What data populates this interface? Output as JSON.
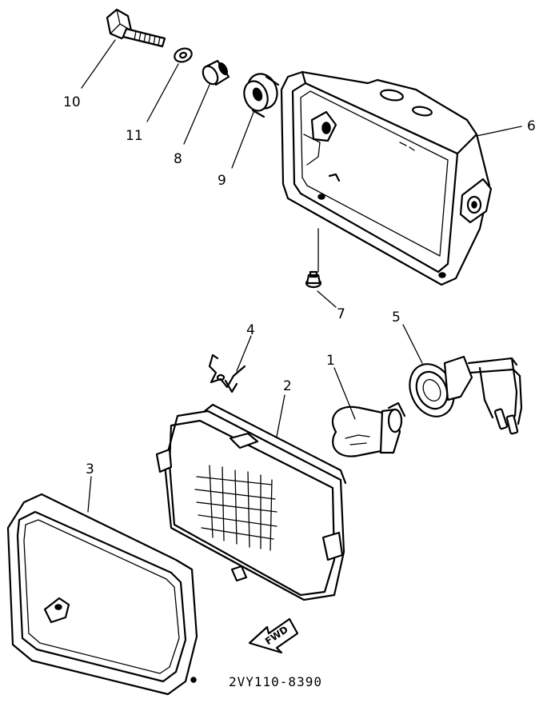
{
  "diagram": {
    "part_number_code": "2VY110-8390",
    "direction_label": "FWD",
    "callouts": [
      {
        "key": "c10",
        "text": "10"
      },
      {
        "key": "c11",
        "text": "11"
      },
      {
        "key": "c8",
        "text": "8"
      },
      {
        "key": "c9",
        "text": "9"
      },
      {
        "key": "c6",
        "text": "6"
      },
      {
        "key": "c7",
        "text": "7"
      },
      {
        "key": "c4",
        "text": "4"
      },
      {
        "key": "c5",
        "text": "5"
      },
      {
        "key": "c1",
        "text": "1"
      },
      {
        "key": "c2",
        "text": "2"
      },
      {
        "key": "c3",
        "text": "3"
      }
    ]
  }
}
